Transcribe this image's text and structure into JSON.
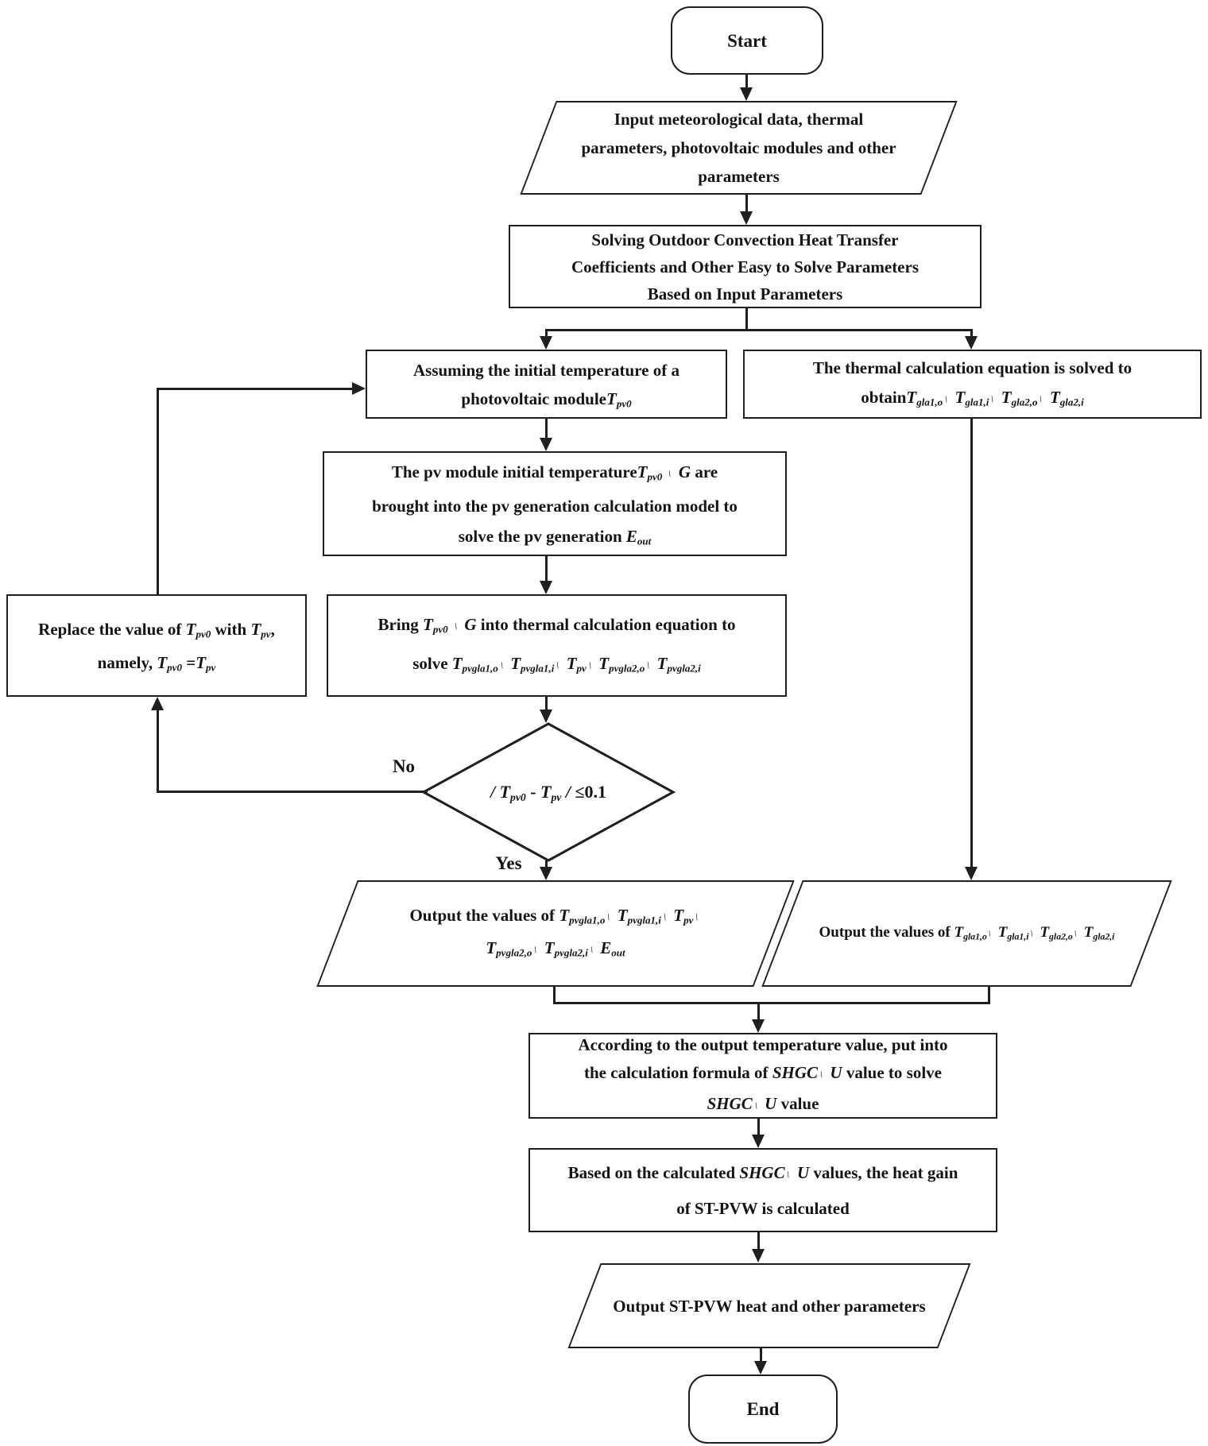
{
  "flowchart": {
    "colors": {
      "line": "#1f1f1f",
      "text": "#141414",
      "background": "#ffffff"
    },
    "edge_labels": {
      "no": "No",
      "yes": "Yes"
    },
    "nodes": {
      "start": {
        "label": "Start"
      },
      "input_params": {
        "lines": [
          [
            {
              "t": "Input meteorological data, thermal"
            }
          ],
          [
            {
              "t": "parameters, photovoltaic modules and other"
            }
          ],
          [
            {
              "t": "parameters"
            }
          ]
        ]
      },
      "solve_coefficients": {
        "lines": [
          [
            {
              "t": "Solving Outdoor Convection Heat Transfer"
            }
          ],
          [
            {
              "t": "Coefficients and Other Easy to Solve Parameters"
            }
          ],
          [
            {
              "t": "Based on Input Parameters"
            }
          ]
        ]
      },
      "assume_initial": {
        "lines": [
          [
            {
              "t": "Assuming the initial temperature of a"
            }
          ],
          [
            {
              "t": "photovoltaic module"
            },
            {
              "t": "T",
              "it": 1
            },
            {
              "sub": "pv0"
            }
          ]
        ]
      },
      "thermal_equation": {
        "lines": [
          [
            {
              "t": "The thermal calculation equation is solved to"
            }
          ],
          [
            {
              "t": "obtain"
            },
            {
              "t": "T",
              "it": 1
            },
            {
              "sub": "gla1,o"
            },
            {
              "t": "、 "
            },
            {
              "t": "T",
              "it": 1
            },
            {
              "sub": "gla1,i"
            },
            {
              "t": "、 "
            },
            {
              "t": "T",
              "it": 1
            },
            {
              "sub": "gla2,o"
            },
            {
              "t": "、 "
            },
            {
              "t": "T",
              "it": 1
            },
            {
              "sub": "gla2,i"
            }
          ]
        ]
      },
      "pv_generation": {
        "lines": [
          [
            {
              "t": "The pv module initial temperature"
            },
            {
              "t": "T",
              "it": 1
            },
            {
              "sub": "pv0"
            },
            {
              "t": " 、 "
            },
            {
              "t": "G",
              "it": 1
            },
            {
              "t": " are"
            }
          ],
          [
            {
              "t": "brought into the pv generation calculation model to"
            }
          ],
          [
            {
              "t": "solve the pv generation "
            },
            {
              "t": "E",
              "it": 1
            },
            {
              "sub": "out"
            }
          ]
        ]
      },
      "bring_thermal": {
        "lines": [
          [
            {
              "t": "Bring "
            },
            {
              "t": "T",
              "it": 1
            },
            {
              "sub": "pv0"
            },
            {
              "t": " 、 "
            },
            {
              "t": "G",
              "it": 1
            },
            {
              "t": " into thermal calculation equation to"
            }
          ],
          [
            {
              "t": "solve "
            },
            {
              "t": "T",
              "it": 1
            },
            {
              "sub": "pvgla1,o"
            },
            {
              "t": "、 "
            },
            {
              "t": "T",
              "it": 1
            },
            {
              "sub": "pvgla1,i"
            },
            {
              "t": "、 "
            },
            {
              "t": "T",
              "it": 1
            },
            {
              "sub": "pv"
            },
            {
              "t": "、 "
            },
            {
              "t": "T",
              "it": 1
            },
            {
              "sub": "pvgla2,o"
            },
            {
              "t": "、 "
            },
            {
              "t": "T",
              "it": 1
            },
            {
              "sub": "pvgla2,i"
            }
          ]
        ]
      },
      "replace_tpv0": {
        "lines": [
          [
            {
              "t": "Replace the value of "
            },
            {
              "t": "T",
              "it": 1
            },
            {
              "sub": "pv0"
            },
            {
              "t": " with "
            },
            {
              "t": "T",
              "it": 1
            },
            {
              "sub": "pv"
            },
            {
              "t": ","
            }
          ],
          [
            {
              "t": "namely, "
            },
            {
              "t": "T",
              "it": 1
            },
            {
              "sub": "pv0"
            },
            {
              "t": " ="
            },
            {
              "t": "T",
              "it": 1
            },
            {
              "sub": "pv"
            }
          ]
        ]
      },
      "convergence_check": {
        "lines": [
          [
            {
              "t": "/ ",
              "it": 1
            },
            {
              "t": "T",
              "it": 1
            },
            {
              "sub": "pv0"
            },
            {
              "t": " - "
            },
            {
              "t": "T",
              "it": 1
            },
            {
              "sub": "pv"
            },
            {
              "t": " / ",
              "it": 1
            },
            {
              "t": "≤0.1"
            }
          ]
        ]
      },
      "output_pv": {
        "lines": [
          [
            {
              "t": "Output the values of "
            },
            {
              "t": "T",
              "it": 1
            },
            {
              "sub": "pvgla1,o"
            },
            {
              "t": "、 "
            },
            {
              "t": "T",
              "it": 1
            },
            {
              "sub": "pvgla1,i"
            },
            {
              "t": "、 "
            },
            {
              "t": "T",
              "it": 1
            },
            {
              "sub": "pv"
            },
            {
              "t": "、"
            }
          ],
          [
            {
              "t": "T",
              "it": 1
            },
            {
              "sub": "pvgla2,o"
            },
            {
              "t": "、 "
            },
            {
              "t": "T",
              "it": 1
            },
            {
              "sub": "pvgla2,i"
            },
            {
              "t": "、 "
            },
            {
              "t": "E",
              "it": 1
            },
            {
              "sub": "out"
            }
          ]
        ]
      },
      "output_glass": {
        "lines": [
          [
            {
              "t": "Output the values of "
            },
            {
              "t": "T",
              "it": 1
            },
            {
              "sub": "gla1,o"
            },
            {
              "t": "、 "
            },
            {
              "t": "T",
              "it": 1
            },
            {
              "sub": "gla1,i"
            },
            {
              "t": "、 "
            },
            {
              "t": "T",
              "it": 1
            },
            {
              "sub": "gla2,o"
            },
            {
              "t": "、 "
            },
            {
              "t": "T",
              "it": 1
            },
            {
              "sub": "gla2,i"
            }
          ]
        ]
      },
      "shgc_u_solve": {
        "lines": [
          [
            {
              "t": "According to the output temperature value, put into"
            }
          ],
          [
            {
              "t": "the calculation formula of "
            },
            {
              "t": "SHGC",
              "it": 1
            },
            {
              "t": "、 "
            },
            {
              "t": "U",
              "it": 1
            },
            {
              "t": " value to solve"
            }
          ],
          [
            {
              "t": "SHGC",
              "it": 1
            },
            {
              "t": "、 "
            },
            {
              "t": "U",
              "it": 1
            },
            {
              "t": "  value"
            }
          ]
        ]
      },
      "heat_gain": {
        "lines": [
          [
            {
              "t": "Based on the calculated "
            },
            {
              "t": "SHGC",
              "it": 1
            },
            {
              "t": "、 "
            },
            {
              "t": "U",
              "it": 1
            },
            {
              "t": " values, the heat gain"
            }
          ],
          [
            {
              "t": "of ST-PVW is calculated"
            }
          ]
        ]
      },
      "output_heat": {
        "lines": [
          [
            {
              "t": "Output ST-PVW heat and other parameters"
            }
          ]
        ]
      },
      "end": {
        "label": "End"
      }
    }
  }
}
